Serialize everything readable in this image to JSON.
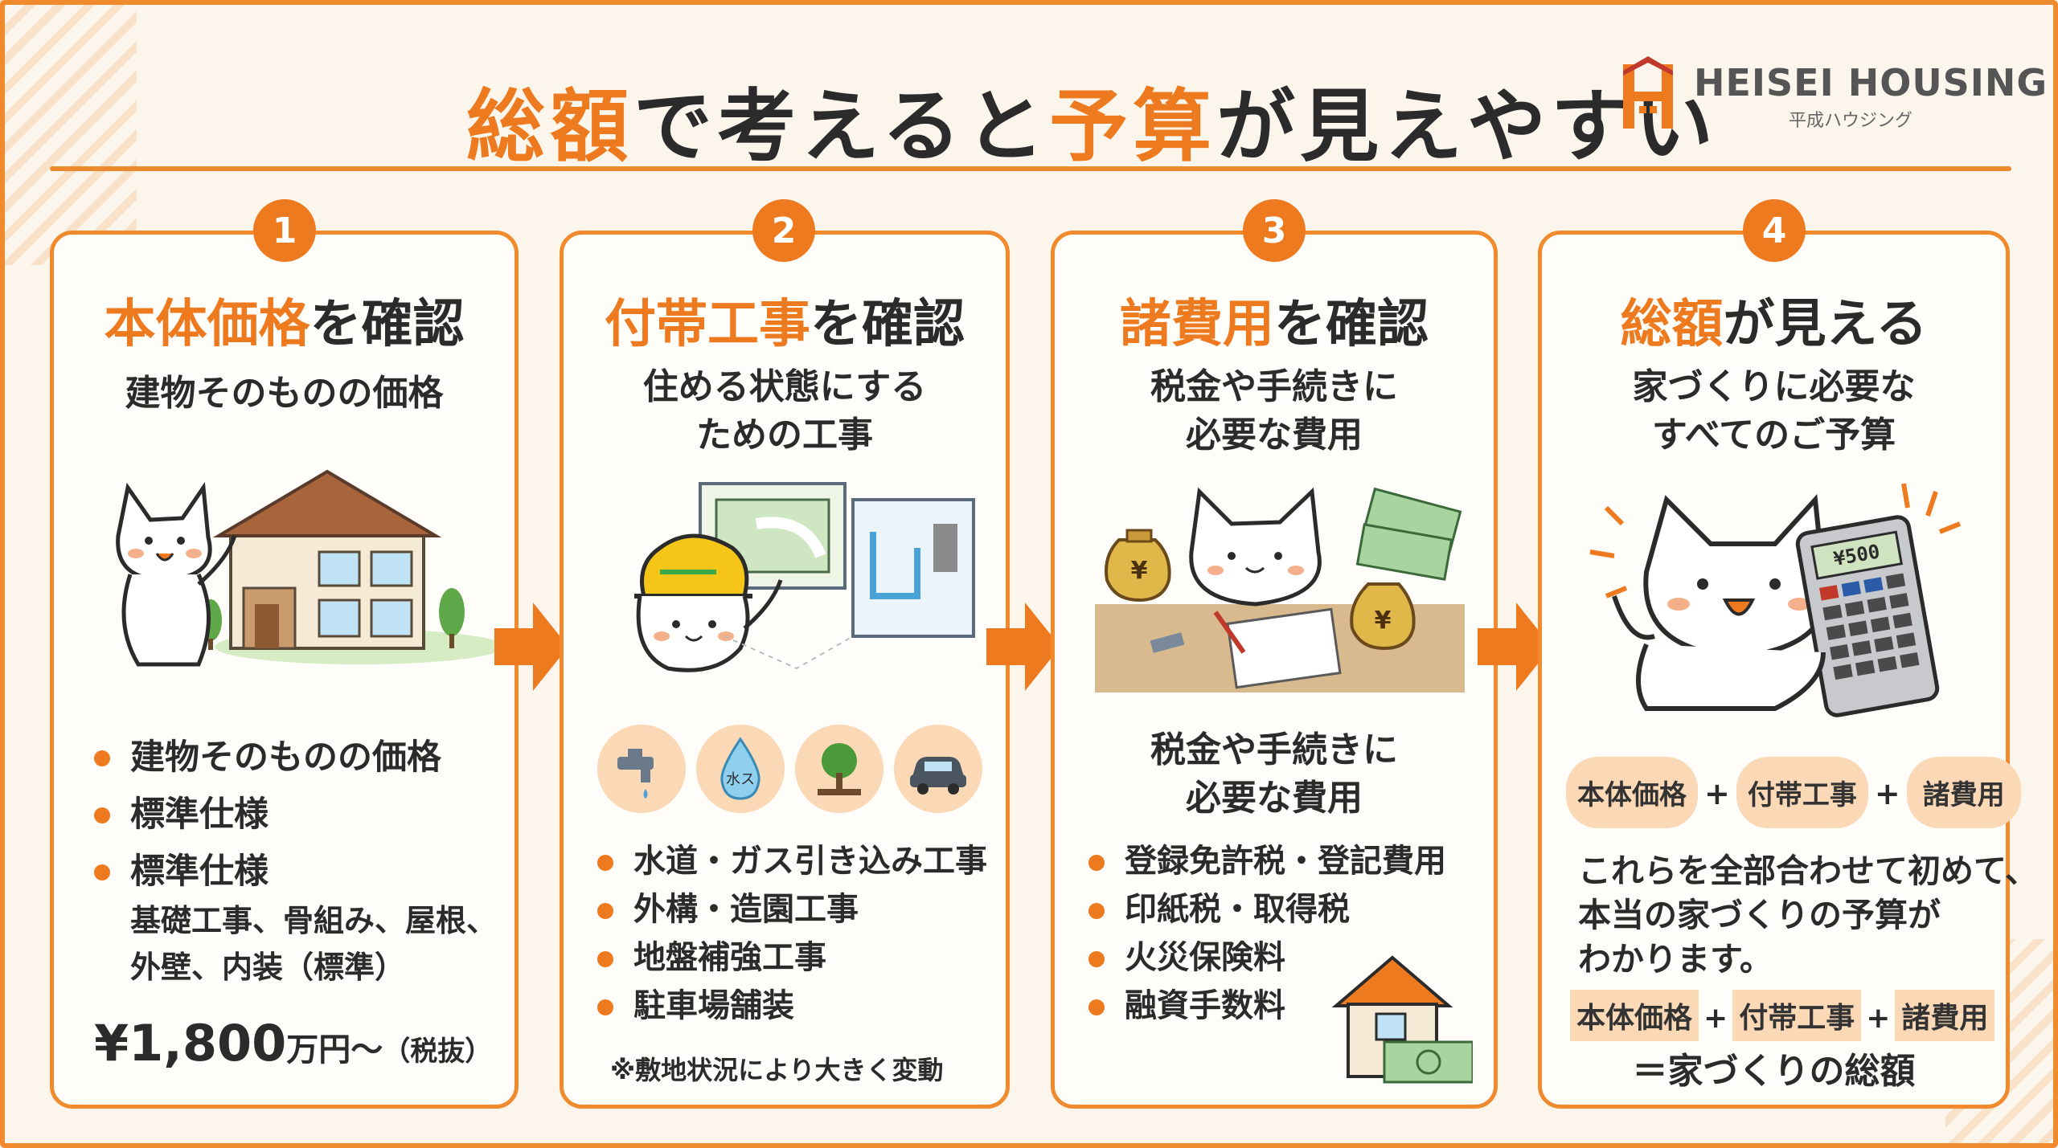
{
  "header": {
    "title_parts": [
      {
        "text": "総額",
        "highlight": true
      },
      {
        "text": "で考えると",
        "highlight": false
      },
      {
        "text": "予算",
        "highlight": true
      },
      {
        "text": "が見えやすい",
        "highlight": false
      }
    ],
    "logo": {
      "name_en": "HEISEI HOUSING",
      "name_jp": "平成ハウジング"
    }
  },
  "colors": {
    "accent": "#ee7a1f",
    "border": "#f08a2c",
    "background": "#fbf5ec",
    "chip": "#fbd8b6"
  },
  "steps": [
    {
      "number": "1",
      "title_highlight": "本体価格",
      "title_rest": "を確認",
      "subtitle": [
        "建物そのものの価格"
      ],
      "bullets": [
        "建物そのものの価格",
        "標準仕様",
        "標準仕様"
      ],
      "detail": [
        "基礎工事、骨組み、屋根、",
        "外壁、内装（標準）"
      ],
      "price": "¥1,800",
      "price_unit": "万円〜",
      "price_note": "（税抜）"
    },
    {
      "number": "2",
      "title_highlight": "付帯工事",
      "title_rest": "を確認",
      "subtitle": [
        "住める状態にする",
        "ための工事"
      ],
      "icons": [
        "faucet-icon",
        "water-drop-icon",
        "tree-icon",
        "car-icon"
      ],
      "water_label": "水ス",
      "bullets": [
        "水道・ガス引き込み工事",
        "外構・造園工事",
        "地盤補強工事",
        "駐車場舗装"
      ],
      "note": "※敷地状況により大きく変動"
    },
    {
      "number": "3",
      "title_highlight": "諸費用",
      "title_rest": "を確認",
      "subtitle": [
        "税金や手続きに",
        "必要な費用"
      ],
      "subtitle2": [
        "税金や手続きに",
        "必要な費用"
      ],
      "yen": "¥",
      "bullets": [
        "登録免許税・登記費用",
        "印紙税・取得税",
        "火災保険料",
        "融資手数料"
      ]
    },
    {
      "number": "4",
      "title_highlight": "総額",
      "title_rest": "が見える",
      "subtitle": [
        "家づくりに必要な",
        "すべてのご予算"
      ],
      "calc_display": "¥500",
      "pills": [
        "本体価格",
        "付帯工事",
        "諸費用"
      ],
      "plus": "+",
      "body": [
        "これらを全部合わせて初めて、",
        "本当の家づくりの予算が",
        "わかります。"
      ],
      "chips": [
        "本体価格",
        "付帯工事",
        "諸費用"
      ],
      "result": "＝家づくりの総額"
    }
  ]
}
